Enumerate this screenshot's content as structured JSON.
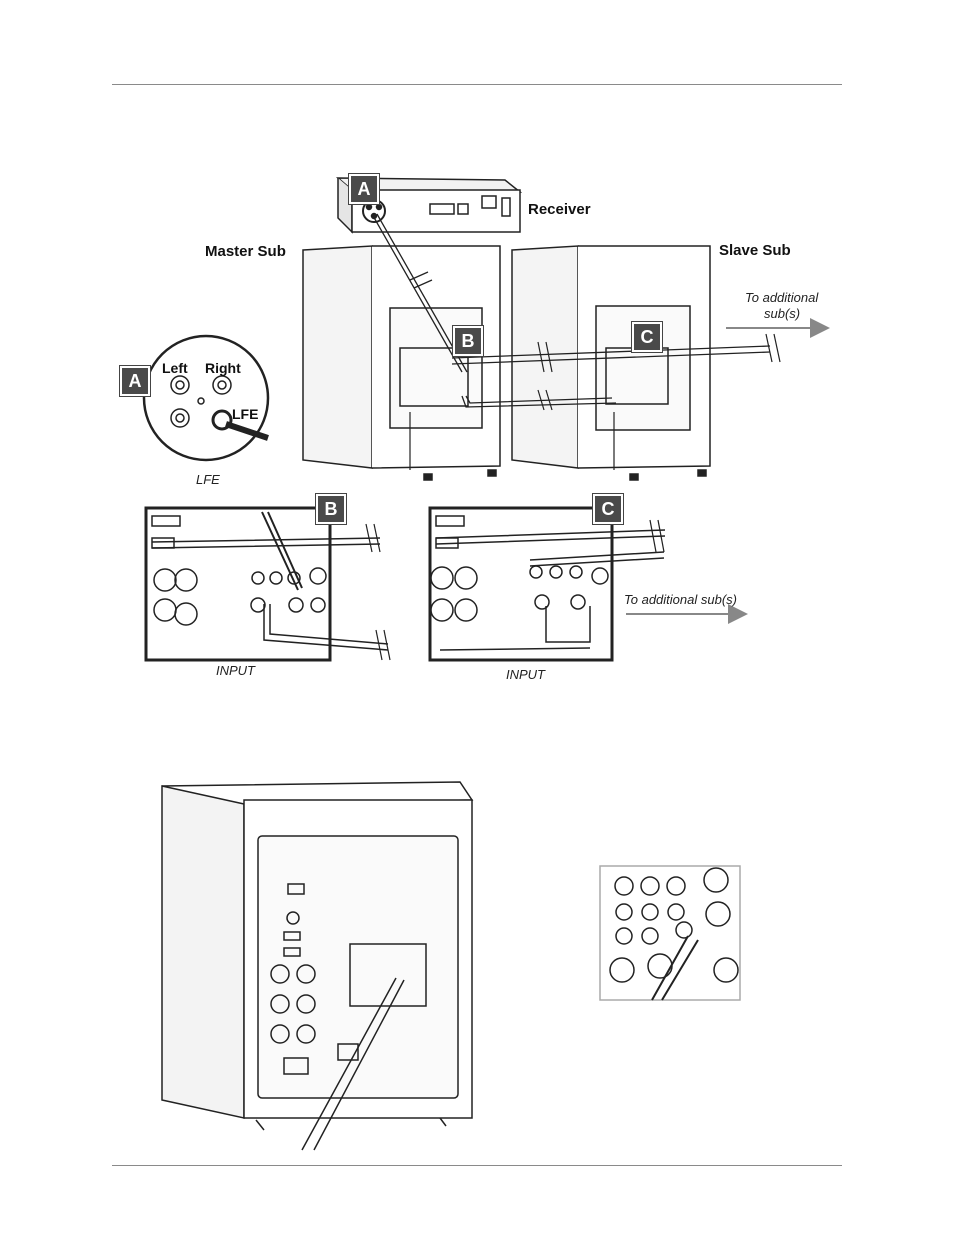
{
  "labels": {
    "receiver": "Receiver",
    "master_sub": "Master Sub",
    "slave_sub": "Slave Sub",
    "to_additional_1": "To additional",
    "to_additional_2": "sub(s)",
    "to_additional_inline": "To additional sub(s)",
    "lfe_caption": "LFE",
    "input_caption_b": "INPUT",
    "input_caption_c": "INPUT"
  },
  "callouts": {
    "a_top": "A",
    "a_left": "A",
    "b_mid": "B",
    "c_mid": "C",
    "b_detail": "B",
    "c_detail": "C"
  },
  "jacks": {
    "left": "Left",
    "right": "Right",
    "lfe": "LFE"
  },
  "colors": {
    "callout_bg": "#4a4a4a",
    "line": "#222222",
    "rule": "#8a8a8a"
  }
}
